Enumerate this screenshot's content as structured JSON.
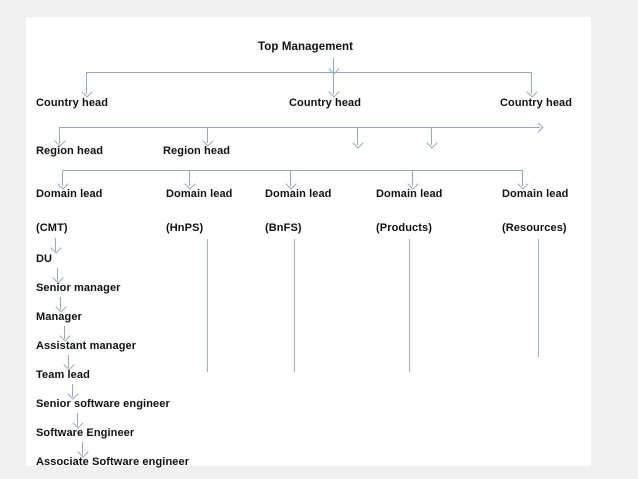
{
  "diagram": {
    "type": "organizational-hierarchy-chart",
    "title": "Top Management",
    "line_color": "#93a9c1",
    "text_color": "#111111",
    "slide_background": "#ffffff",
    "page_background": "#f0f0f0",
    "levels": [
      {
        "level": 1,
        "name": "top-management",
        "nodes": [
          "Top Management"
        ]
      },
      {
        "level": 2,
        "name": "country-heads",
        "nodes": [
          "Country head",
          "Country head",
          "Country head"
        ]
      },
      {
        "level": 3,
        "name": "region-heads",
        "nodes": [
          "Region head",
          "Region head"
        ]
      },
      {
        "level": 4,
        "name": "domain-leads",
        "nodes": [
          {
            "role": "Domain lead",
            "unit": "(CMT)"
          },
          {
            "role": "Domain lead",
            "unit": "(HnPS)"
          },
          {
            "role": "Domain lead",
            "unit": "(BnFS)"
          },
          {
            "role": "Domain lead",
            "unit": "(Products)"
          },
          {
            "role": "Domain lead",
            "unit": "(Resources)"
          }
        ]
      },
      {
        "level": 5,
        "name": "delivery-chain",
        "nodes": [
          "DU",
          "Senior manager",
          "Manager",
          "Assistant manager",
          "Team lead",
          "Senior software engineer",
          "Software Engineer",
          "Associate Software engineer"
        ]
      }
    ]
  },
  "labels": {
    "top_management": "Top Management",
    "country_head_1": "Country head",
    "country_head_2": "Country head",
    "country_head_3": "Country head",
    "region_head_1": "Region head",
    "region_head_2": "Region head",
    "domain_lead_1": "Domain lead",
    "domain_lead_2": "Domain lead",
    "domain_lead_3": "Domain lead",
    "domain_lead_4": "Domain lead",
    "domain_lead_5": "Domain lead",
    "unit_1": "(CMT)",
    "unit_2": "(HnPS)",
    "unit_3": "(BnFS)",
    "unit_4": "(Products)",
    "unit_5": "(Resources)",
    "chain_1": "DU",
    "chain_2": "Senior manager",
    "chain_3": "Manager",
    "chain_4": "Assistant manager",
    "chain_5": "Team lead",
    "chain_6": "Senior software engineer",
    "chain_7": "Software Engineer",
    "chain_8": "Associate Software engineer"
  }
}
